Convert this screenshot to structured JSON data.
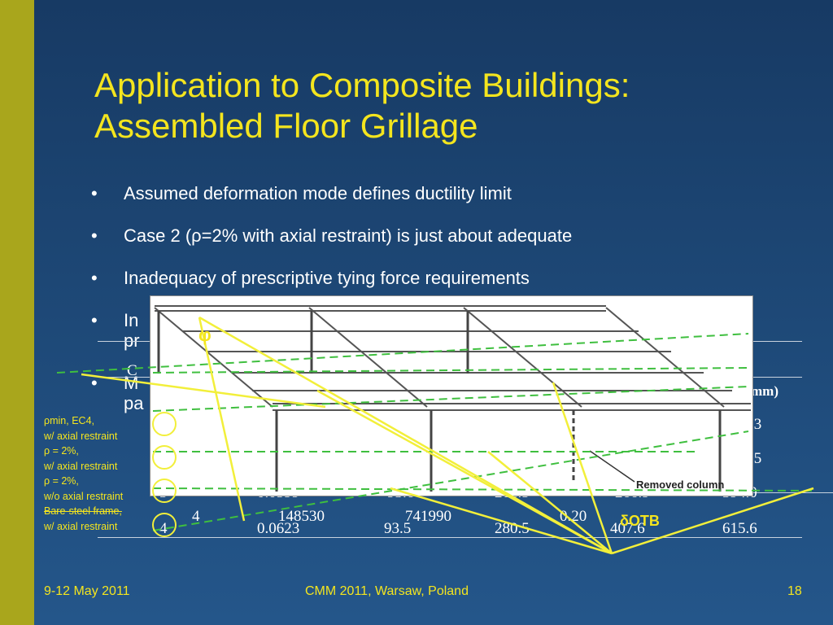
{
  "title_line1": "Application to Composite Buildings:",
  "title_line2": "Assembled Floor Grillage",
  "bullet_glyph": "•",
  "bullets": [
    "Assumed deformation mode defines ductility limit",
    "Case 2 (ρ=2% with axial restraint) is just about adequate",
    "Inadequacy of prescriptive tying force requirements",
    "In",
    "M"
  ],
  "bullet_tails": [
    "",
    "",
    "",
    "pr",
    "pa"
  ],
  "table": {
    "header_frag": "C",
    "header_unit": "mm)",
    "rows": [
      {
        "circle": "",
        "c5": ".3"
      },
      {
        "circle": "",
        "c5": ".5"
      },
      {
        "circle": "3",
        "c1": "0.0599",
        "c2": "93.6",
        "c3": "261.5",
        "c4": "266.9",
        "c5": "394.0"
      },
      {
        "case": "4",
        "n1": "148530",
        "n2": "741990",
        "n3": "0.20"
      },
      {
        "circle": "4",
        "c1": "0.0623",
        "c2": "93.5",
        "c3": "280.5",
        "c4": "407.6",
        "c5": "615.6"
      }
    ]
  },
  "legend": {
    "l1": "ρmin, EC4,",
    "l2": "w/ axial restraint",
    "l3": "ρ = 2%,",
    "l4": "w/ axial restraint",
    "l5": "ρ = 2%,",
    "l6": "w/o axial restraint",
    "l7": "Bare-steel frame,",
    "l8": "w/ axial restraint"
  },
  "figure_label": "Removed column",
  "phi_symbol": "φ",
  "delta_symbol": "δOTB",
  "footer": {
    "date": "9-12 May 2011",
    "event": "CMM 2011, Warsaw, Poland",
    "page": "18"
  },
  "colors": {
    "background": "#1d4775",
    "title": "#f4e51e",
    "sidebar": "#a9a61c",
    "overlay_lines": "#f2ef3a",
    "dashed_lines": "#3fbf3f"
  }
}
